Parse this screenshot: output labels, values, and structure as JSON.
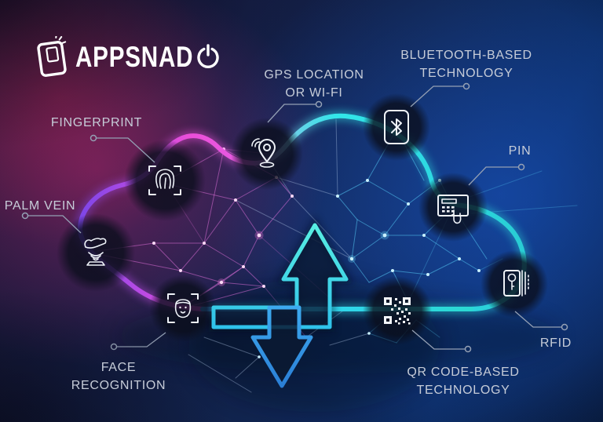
{
  "brand": {
    "name": "APPSNADO",
    "display_prefix": "APPSNAD",
    "logo_icons": [
      "smartphone-icon",
      "power-icon"
    ]
  },
  "labels": {
    "fingerprint": {
      "text": "FINGERPRINT"
    },
    "palm_vein": {
      "text": "PALM VEIN"
    },
    "gps": {
      "line1": "GPS LOCATION",
      "line2": "OR WI-FI"
    },
    "bluetooth": {
      "line1": "BLUETOOTH-BASED",
      "line2": "TECHNOLOGY"
    },
    "pin": {
      "text": "PIN"
    },
    "rfid": {
      "text": "RFID"
    },
    "face": {
      "line1": "FACE",
      "line2": "RECOGNITION"
    },
    "qr": {
      "line1": "QR CODE-BASED",
      "line2": "TECHNOLOGY"
    }
  },
  "icons": {
    "fingerprint": "fingerprint-scan-icon",
    "palm_vein": "palm-scanner-icon",
    "gps": "location-pin-icon",
    "bluetooth": "bluetooth-icon",
    "pin": "keypad-hand-icon",
    "rfid": "keycard-icon",
    "face": "face-scan-icon",
    "qr": "qr-code-icon",
    "center_up": "upload-arrow-icon",
    "center_down": "download-arrow-icon"
  },
  "colors": {
    "background_navy": "#0b2050",
    "magenta_glow": "#d7287d",
    "cloud_magenta": "#ea4ed8",
    "cloud_cyan": "#32e6e9",
    "arrow_cyan": "#58eee2",
    "arrow_blue": "#2f8fe0",
    "label_text": "#c6ccd8"
  }
}
